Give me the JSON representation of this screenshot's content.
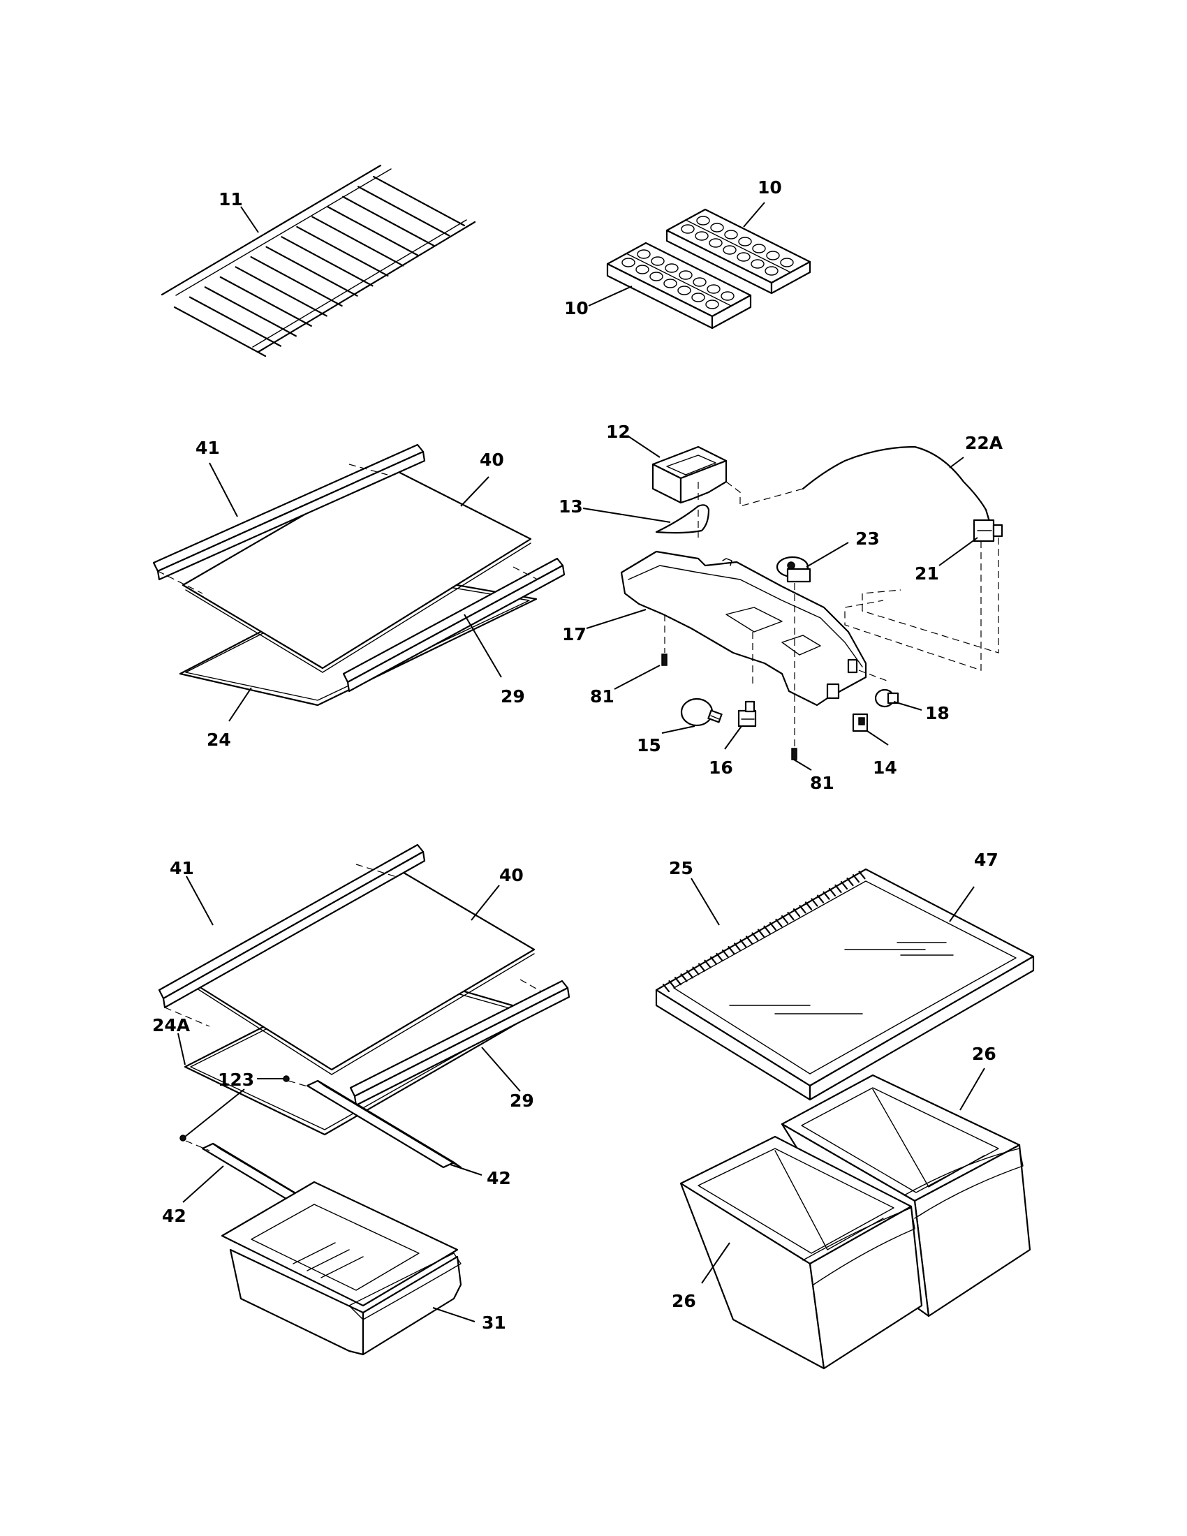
{
  "callouts": [
    {
      "id": "c-11",
      "text": "11"
    },
    {
      "id": "c-10a",
      "text": "10"
    },
    {
      "id": "c-10b",
      "text": "10"
    },
    {
      "id": "c-41a",
      "text": "41"
    },
    {
      "id": "c-40a",
      "text": "40"
    },
    {
      "id": "c-29a",
      "text": "29"
    },
    {
      "id": "c-24",
      "text": "24"
    },
    {
      "id": "c-12",
      "text": "12"
    },
    {
      "id": "c-22a",
      "text": "22A"
    },
    {
      "id": "c-13",
      "text": "13"
    },
    {
      "id": "c-23",
      "text": "23"
    },
    {
      "id": "c-21",
      "text": "21"
    },
    {
      "id": "c-17",
      "text": "17"
    },
    {
      "id": "c-81a",
      "text": "81"
    },
    {
      "id": "c-18",
      "text": "18"
    },
    {
      "id": "c-15",
      "text": "15"
    },
    {
      "id": "c-16",
      "text": "16"
    },
    {
      "id": "c-81b",
      "text": "81"
    },
    {
      "id": "c-14",
      "text": "14"
    },
    {
      "id": "c-41b",
      "text": "41"
    },
    {
      "id": "c-40b",
      "text": "40"
    },
    {
      "id": "c-25",
      "text": "25"
    },
    {
      "id": "c-47",
      "text": "47"
    },
    {
      "id": "c-24a",
      "text": "24A"
    },
    {
      "id": "c-123",
      "text": "123"
    },
    {
      "id": "c-29b",
      "text": "29"
    },
    {
      "id": "c-26a",
      "text": "26"
    },
    {
      "id": "c-42a",
      "text": "42"
    },
    {
      "id": "c-42b",
      "text": "42"
    },
    {
      "id": "c-31",
      "text": "31"
    },
    {
      "id": "c-26b",
      "text": "26"
    }
  ]
}
